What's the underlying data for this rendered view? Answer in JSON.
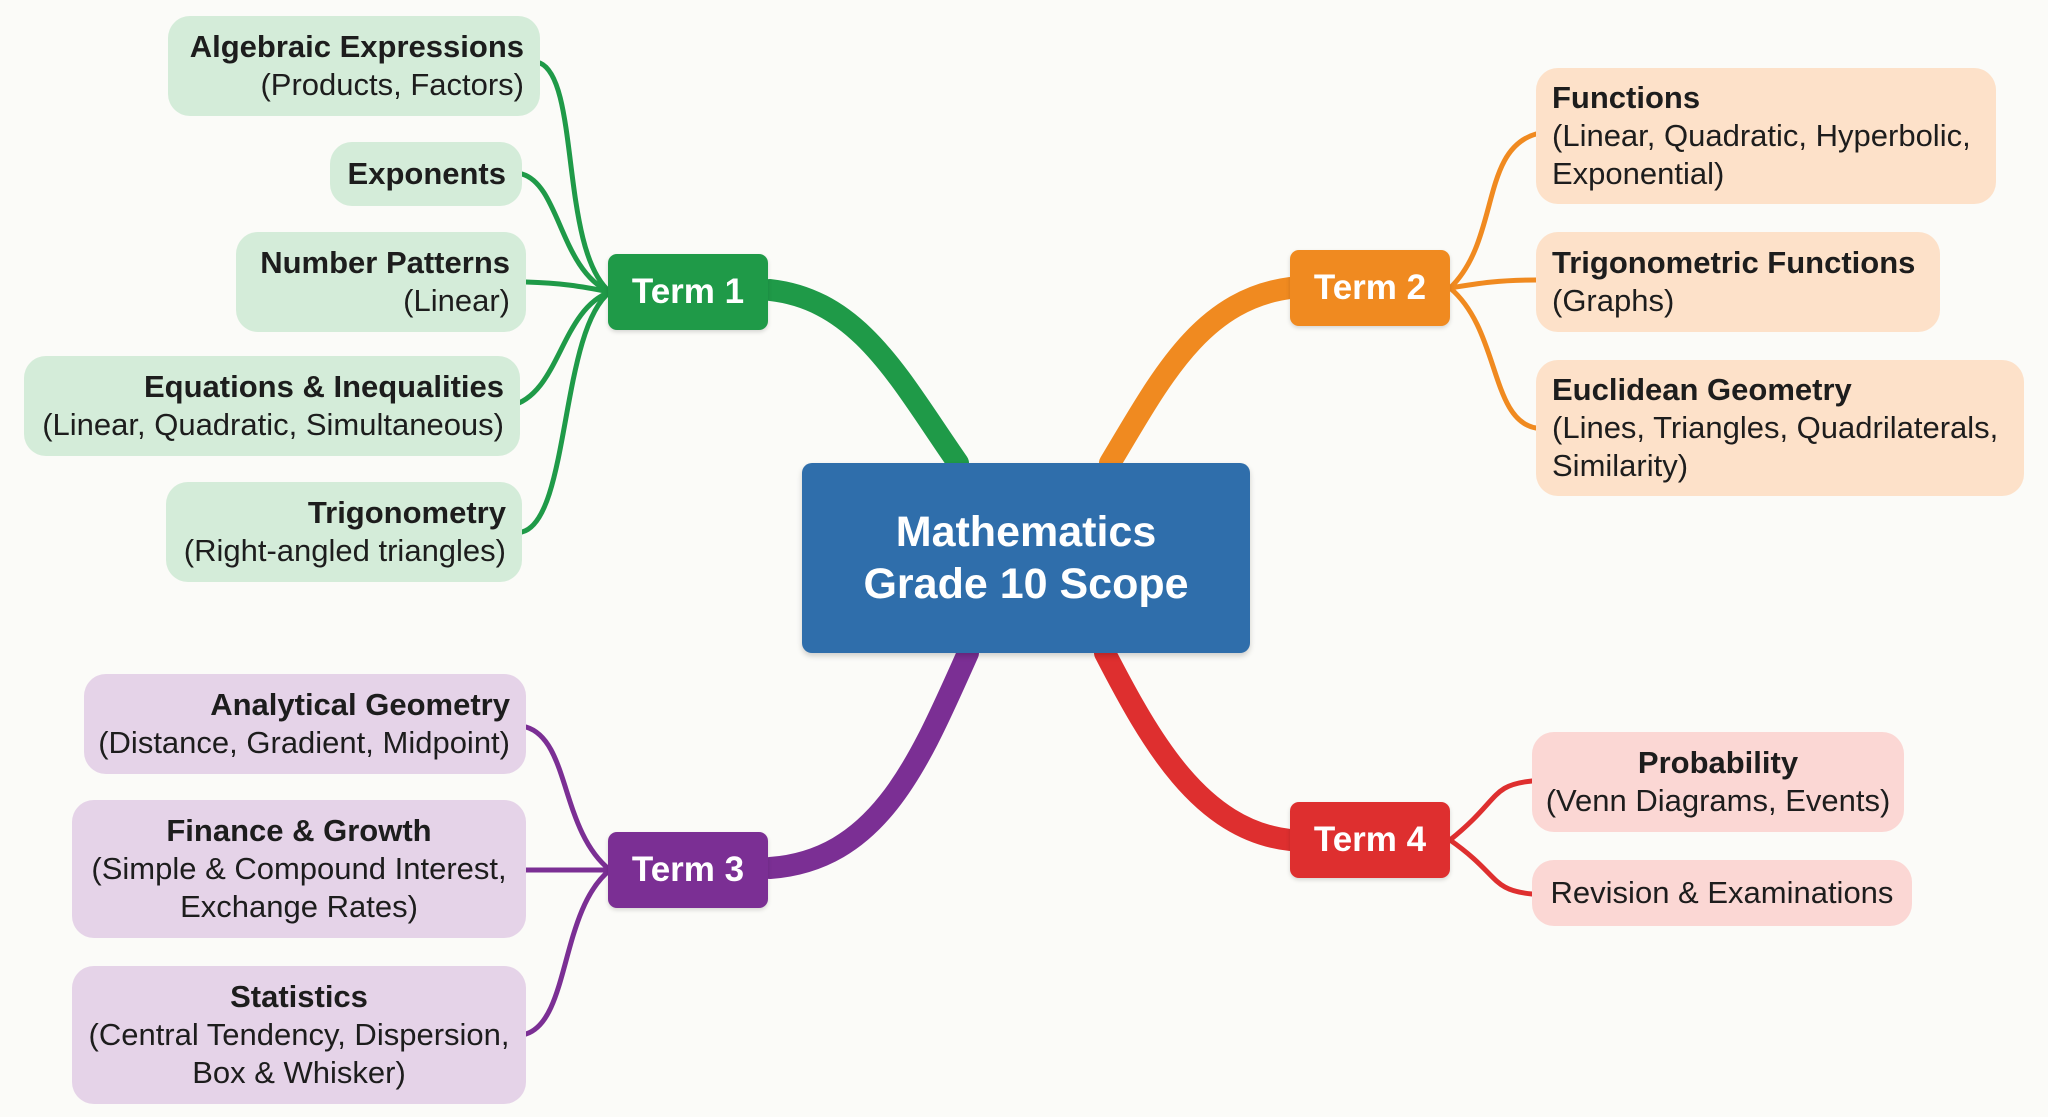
{
  "colors": {
    "center": "#2f6eab",
    "term1": "#1f9a48",
    "term2": "#f08a20",
    "term3": "#7b2f94",
    "term4": "#de2f2f",
    "term1_box": "#d4ecd9",
    "term2_box": "#fde1c9",
    "term3_box": "#e5d3e8",
    "term4_box": "#fbd7d4"
  },
  "center": {
    "line1": "Mathematics",
    "line2": "Grade 10 Scope"
  },
  "terms": {
    "term1": {
      "label": "Term 1",
      "topics": [
        {
          "title": "Algebraic Expressions",
          "sub": [
            "(Products, Factors)"
          ]
        },
        {
          "title": "Exponents",
          "sub": []
        },
        {
          "title": "Number Patterns",
          "sub": [
            "(Linear)"
          ]
        },
        {
          "title": "Equations & Inequalities",
          "sub": [
            "(Linear, Quadratic, Simultaneous)"
          ]
        },
        {
          "title": "Trigonometry",
          "sub": [
            "(Right-angled triangles)"
          ]
        }
      ]
    },
    "term2": {
      "label": "Term 2",
      "topics": [
        {
          "title": "Functions",
          "sub": [
            "(Linear, Quadratic, Hyperbolic,",
            "Exponential)"
          ]
        },
        {
          "title": "Trigonometric Functions",
          "sub": [
            "(Graphs)"
          ]
        },
        {
          "title": "Euclidean Geometry",
          "sub": [
            "(Lines, Triangles, Quadrilaterals,",
            "Similarity)"
          ]
        }
      ]
    },
    "term3": {
      "label": "Term 3",
      "topics": [
        {
          "title": "Analytical Geometry",
          "sub": [
            "(Distance, Gradient, Midpoint)"
          ]
        },
        {
          "title": "Finance & Growth",
          "sub": [
            "(Simple & Compound Interest,",
            "Exchange Rates)"
          ]
        },
        {
          "title": "Statistics",
          "sub": [
            "(Central Tendency, Dispersion,",
            "Box & Whisker)"
          ]
        }
      ]
    },
    "term4": {
      "label": "Term 4",
      "topics": [
        {
          "title": "Probability",
          "sub": [
            "(Venn Diagrams, Events)"
          ]
        },
        {
          "title": "",
          "sub": [
            "Revision & Examinations"
          ]
        }
      ]
    }
  }
}
